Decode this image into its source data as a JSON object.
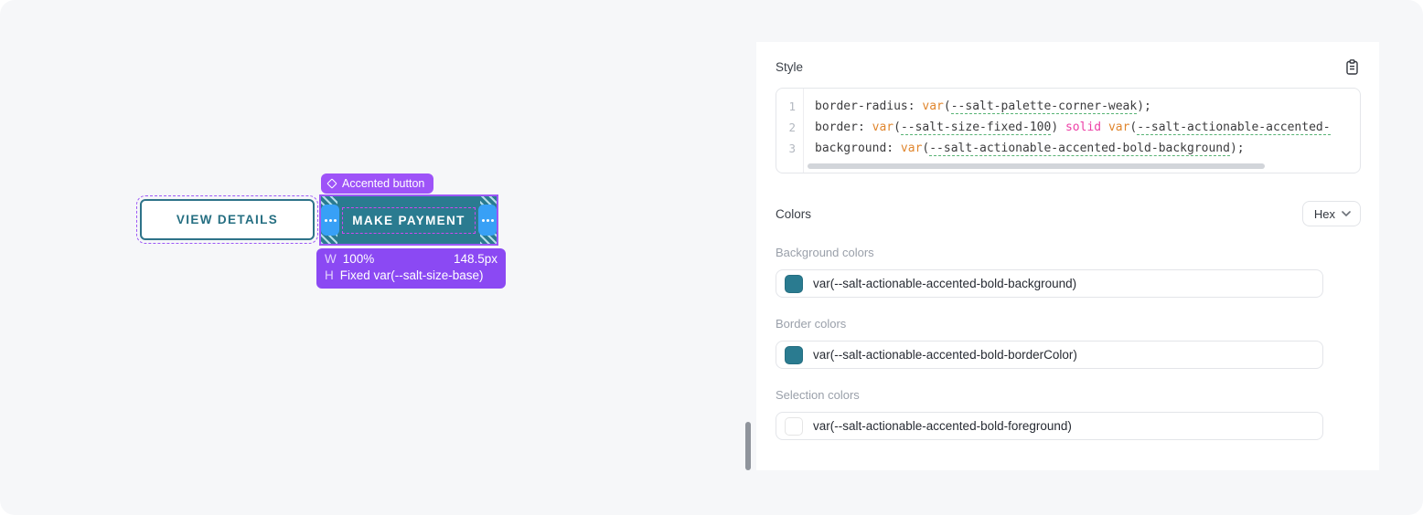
{
  "theme": {
    "teal": "#2a7b90",
    "teal_border": "#2e7389",
    "teal_text": "#266f82",
    "selection_purple": "#9c57f6",
    "badge_purple": "#9e53f8",
    "tooltip_purple": "#8b49f3",
    "handle_blue": "#38a0f6",
    "text_selection_pink": "#cf48f0",
    "code_orange": "#e0862e",
    "code_pink": "#ed3fa6",
    "underline_green": "#57b374"
  },
  "canvas": {
    "component_badge": {
      "icon": "component-diamond-icon",
      "label": "Accented button"
    },
    "secondary_button_label": "VIEW DETAILS",
    "primary_button_label": "MAKE PAYMENT",
    "measurement": {
      "rows": [
        {
          "label": "W",
          "value": "100%",
          "extra": "148.5px"
        },
        {
          "label": "H",
          "value": "Fixed var(--salt-size-base)",
          "extra": ""
        }
      ]
    }
  },
  "panel": {
    "style_section": {
      "title": "Style",
      "copy_icon": "clipboard-icon",
      "code": {
        "lines": [
          {
            "num": "1",
            "tokens": [
              {
                "t": "border-radius: ",
                "c": "p"
              },
              {
                "t": "var",
                "c": "o"
              },
              {
                "t": "(",
                "c": "p"
              },
              {
                "t": "--salt-palette-corner-weak",
                "c": "v"
              },
              {
                "t": ");",
                "c": "p"
              }
            ]
          },
          {
            "num": "2",
            "tokens": [
              {
                "t": "border: ",
                "c": "p"
              },
              {
                "t": "var",
                "c": "o"
              },
              {
                "t": "(",
                "c": "p"
              },
              {
                "t": "--salt-size-fixed-100",
                "c": "v"
              },
              {
                "t": ") ",
                "c": "p"
              },
              {
                "t": "solid",
                "c": "k"
              },
              {
                "t": " ",
                "c": "p"
              },
              {
                "t": "var",
                "c": "o"
              },
              {
                "t": "(",
                "c": "p"
              },
              {
                "t": "--salt-actionable-accented-",
                "c": "v"
              }
            ]
          },
          {
            "num": "3",
            "tokens": [
              {
                "t": "background: ",
                "c": "p"
              },
              {
                "t": "var",
                "c": "o"
              },
              {
                "t": "(",
                "c": "p"
              },
              {
                "t": "--salt-actionable-accented-bold-background",
                "c": "v"
              },
              {
                "t": ");",
                "c": "p"
              }
            ]
          }
        ]
      }
    },
    "colors_section": {
      "title": "Colors",
      "format_selected": "Hex",
      "groups": [
        {
          "label": "Background colors",
          "swatch": "#2a7b90",
          "value": "var(--salt-actionable-accented-bold-background)"
        },
        {
          "label": "Border colors",
          "swatch": "#2a7b90",
          "value": "var(--salt-actionable-accented-bold-borderColor)"
        },
        {
          "label": "Selection colors",
          "swatch": "#ffffff",
          "value": "var(--salt-actionable-accented-bold-foreground)"
        }
      ]
    }
  }
}
